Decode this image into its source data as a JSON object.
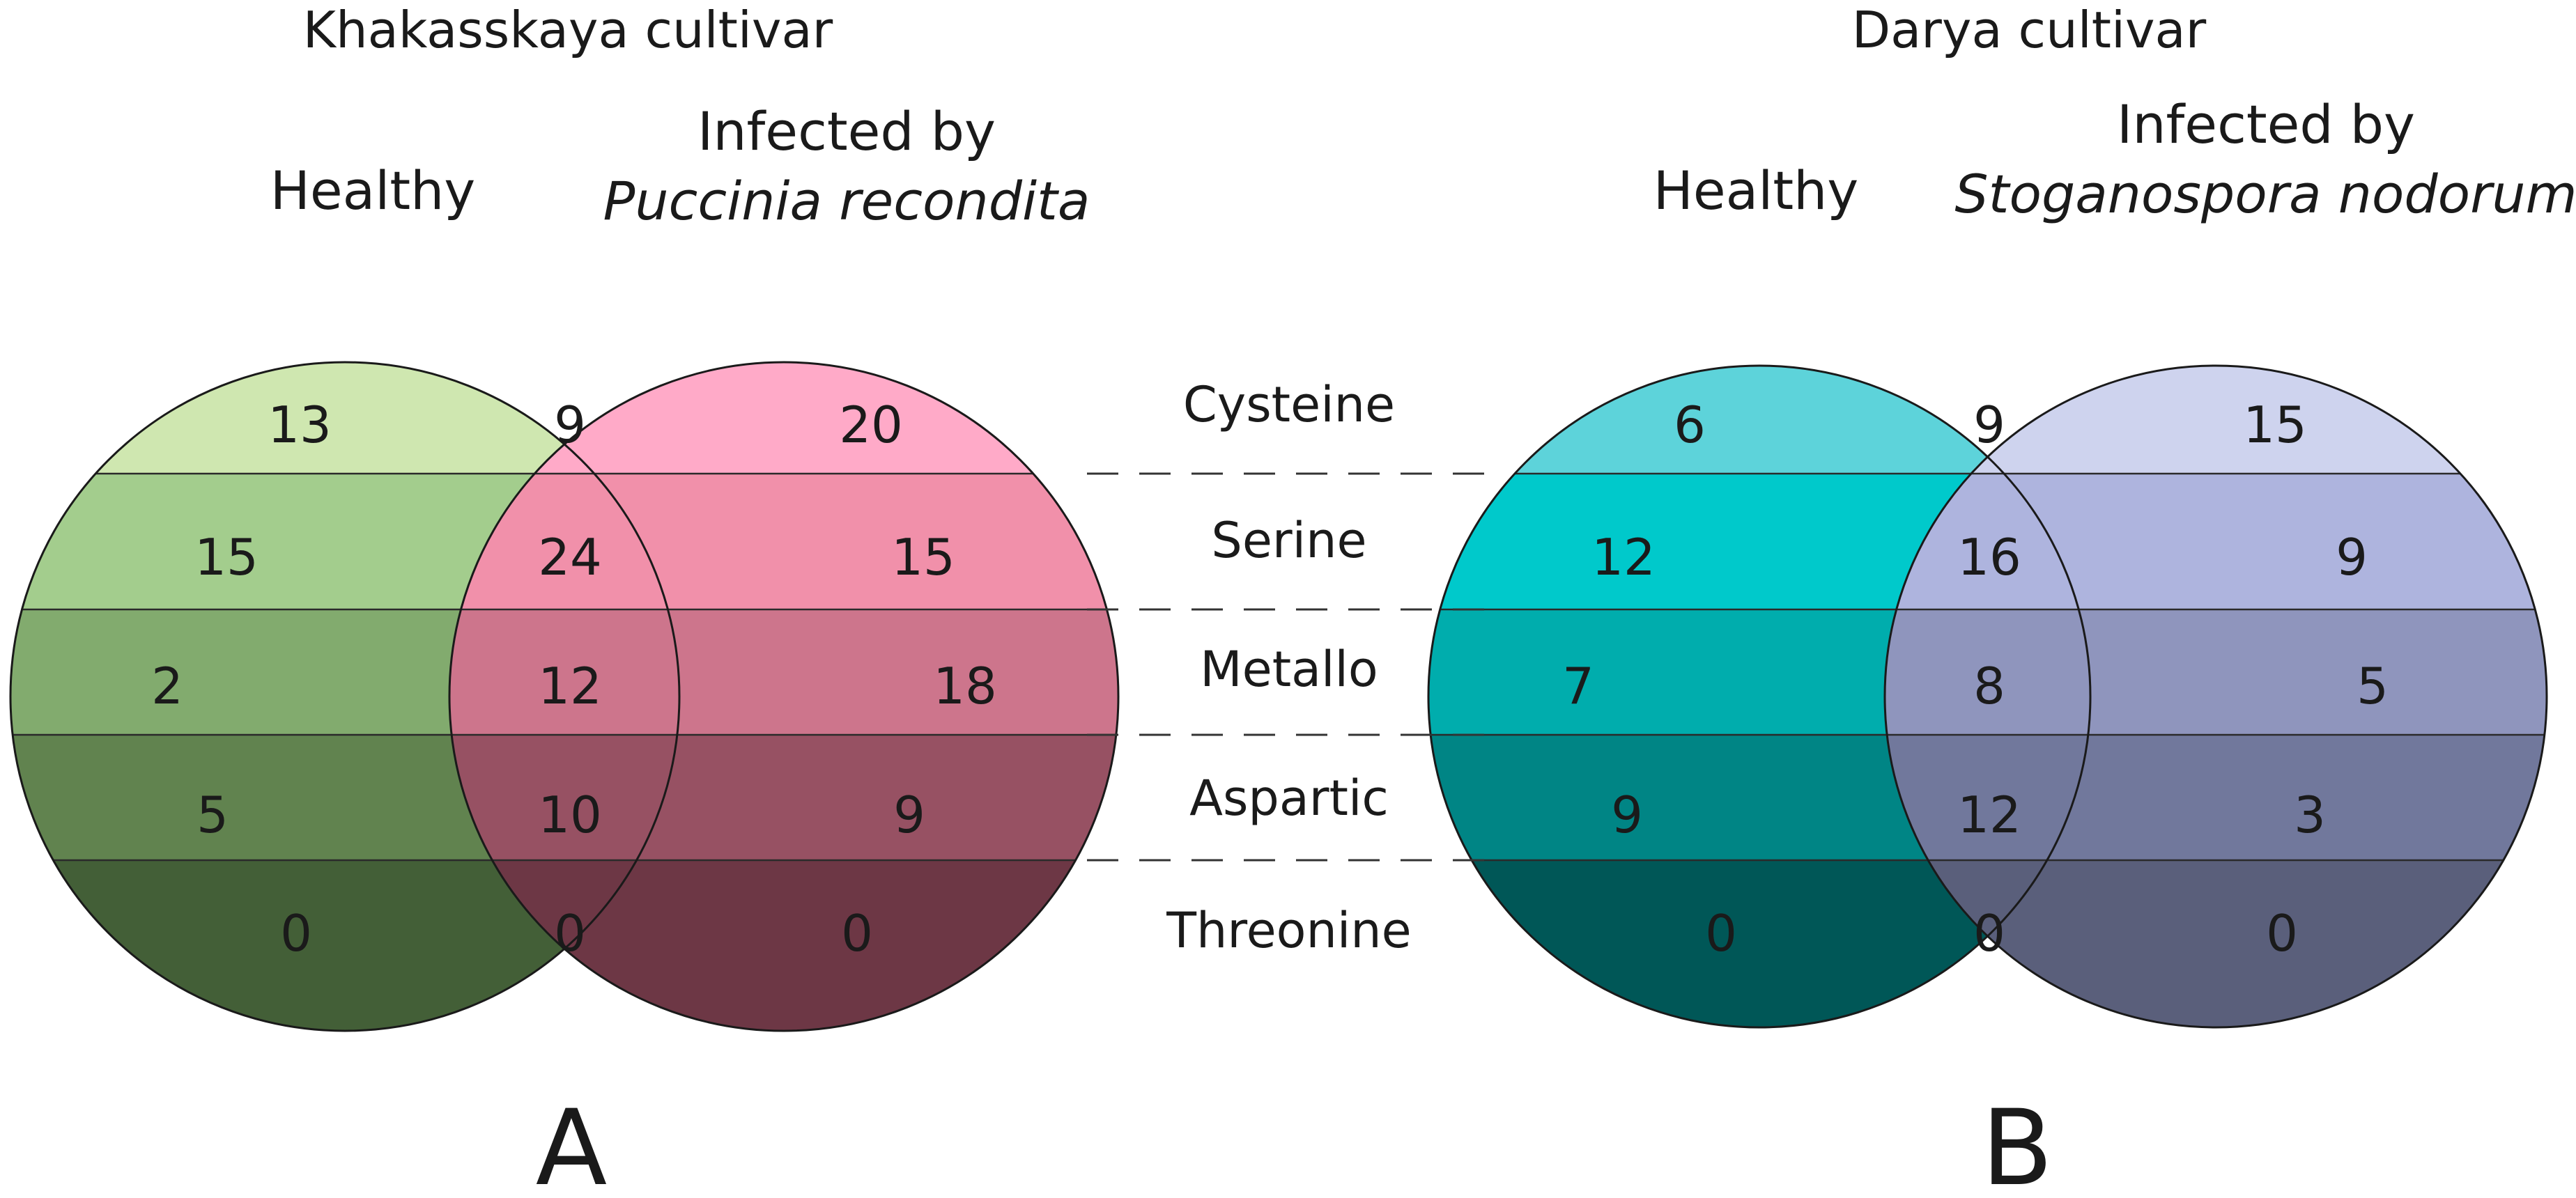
{
  "classes": [
    "Cysteine",
    "Serine",
    "Metallo",
    "Aspartic",
    "Threonine"
  ],
  "panels": [
    {
      "title": "Khakasskaya cultivar",
      "left_label": "Healthy",
      "right_label_line1": "Infected by",
      "right_label_line2": "Puccinia recondita",
      "letter": "A",
      "left_only": [
        13,
        15,
        2,
        5,
        0
      ],
      "overlap": [
        9,
        24,
        12,
        10,
        0
      ],
      "right_only": [
        20,
        15,
        18,
        9,
        0
      ],
      "left_colors": [
        "#cfe7b0",
        "#a3cd8d",
        "#82ab6e",
        "#61834f",
        "#435f37"
      ],
      "right_colors": [
        "#ffaac8",
        "#f190aa",
        "#cd758c",
        "#975163",
        "#6d3745"
      ],
      "overlap_colors": [
        "#ecec9a",
        "#cecb8f",
        "#a8a272",
        "#818156",
        "#5d5a3c"
      ]
    },
    {
      "title": "Darya cultivar",
      "left_label": "Healthy",
      "right_label_line1": "Infected by",
      "right_label_line2": "Stoganospora nodorum",
      "letter": "B",
      "left_only": [
        6,
        12,
        7,
        9,
        0
      ],
      "overlap": [
        9,
        16,
        8,
        12,
        0
      ],
      "right_only": [
        15,
        9,
        5,
        3,
        0
      ],
      "left_colors": [
        "#5dd3da",
        "#00c9cb",
        "#00adad",
        "#008585",
        "#005757"
      ],
      "right_colors": [
        "#ced3ee",
        "#aeb4de",
        "#8f95bd",
        "#71789c",
        "#5a5f7b"
      ],
      "overlap_colors": [
        "#ecec9a",
        "#cecb8f",
        "#a8a272",
        "#818156",
        "#5d5a3c"
      ]
    }
  ]
}
